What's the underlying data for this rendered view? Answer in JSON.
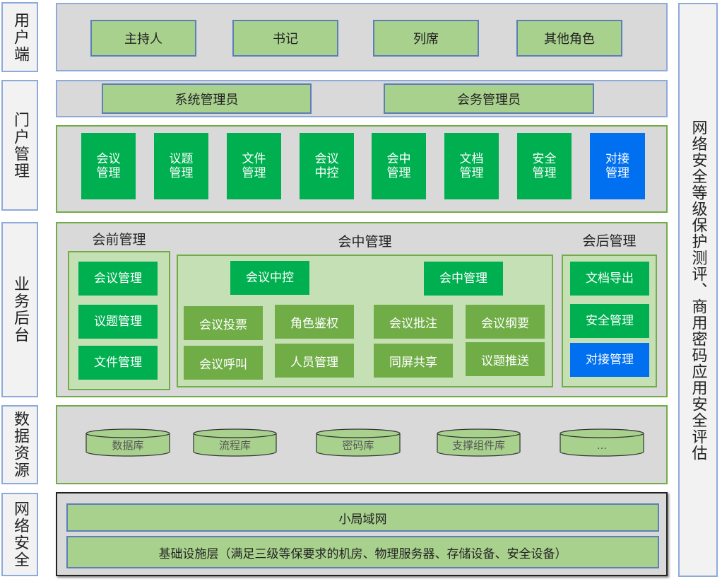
{
  "side_labels": {
    "user": "用户端",
    "portal": "门户管理",
    "backend": "业务后台",
    "data": "数据资源",
    "network": "网络安全"
  },
  "right_label": "网络安全等级保护测评、商用密码应用安全评估",
  "user_roles": [
    "主持人",
    "书记",
    "列席",
    "其他角色"
  ],
  "admins": [
    "系统管理员",
    "会务管理员"
  ],
  "portal_modules": [
    {
      "label": "会议\n管理",
      "color": "#00b050"
    },
    {
      "label": "议题\n管理",
      "color": "#00b050"
    },
    {
      "label": "文件\n管理",
      "color": "#00b050"
    },
    {
      "label": "会议\n中控",
      "color": "#00b050"
    },
    {
      "label": "会中\n管理",
      "color": "#00b050"
    },
    {
      "label": "文档\n管理",
      "color": "#00b050"
    },
    {
      "label": "安全\n管理",
      "color": "#00b050"
    },
    {
      "label": "对接\n管理",
      "color": "#0070f0"
    }
  ],
  "backend": {
    "pre": {
      "title": "会前管理",
      "items": [
        "会议管理",
        "议题管理",
        "文件管理"
      ]
    },
    "mid": {
      "title": "会中管理",
      "top": [
        "会议中控",
        "会中管理"
      ],
      "left_grid": [
        "会议投票",
        "角色鉴权",
        "会议呼叫",
        "人员管理"
      ],
      "right_grid": [
        "会议批注",
        "会议纲要",
        "同屏共享",
        "议题推送"
      ]
    },
    "post": {
      "title": "会后管理",
      "items": [
        "文档导出",
        "安全管理",
        "对接管理"
      ]
    }
  },
  "databases": [
    "数据库",
    "流程库",
    "密码库",
    "支撑组件库",
    "..."
  ],
  "network": {
    "lan": "小局域网",
    "infra": "基础设施层（满足三级等保要求的机房、物理服务器、存储设备、安全设备）"
  }
}
